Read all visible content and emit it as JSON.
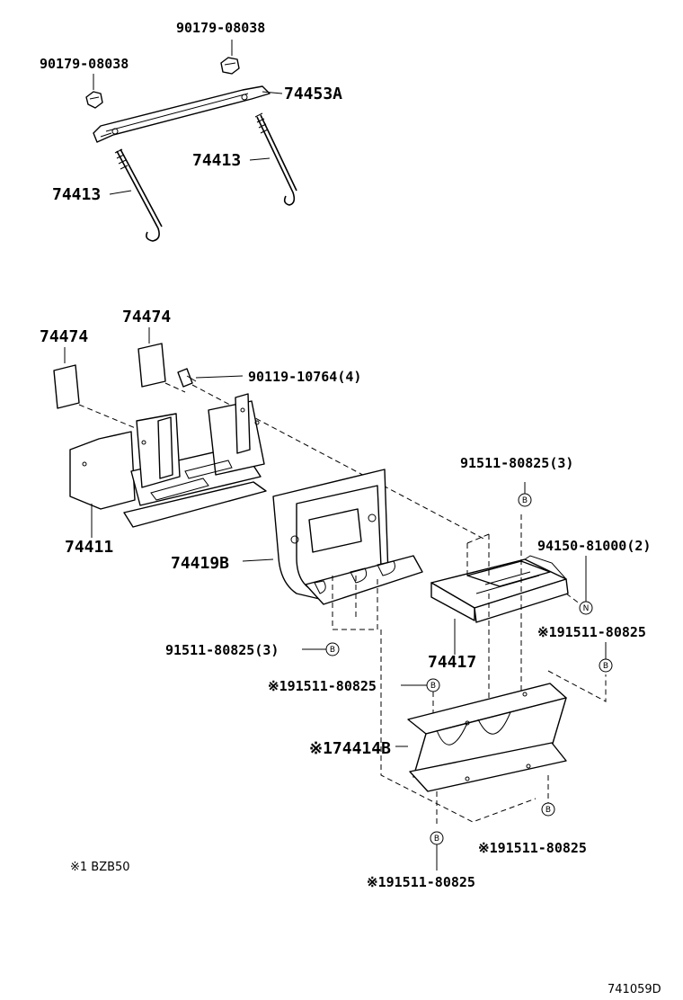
{
  "parts": {
    "p_90179_top": "90179-08038",
    "p_90179_left": "90179-08038",
    "p_74453A": "74453A",
    "p_74413_right": "74413",
    "p_74413_left": "74413",
    "p_74474_left": "74474",
    "p_74474_right": "74474",
    "p_90119": "90119-10764(4)",
    "p_74411": "74411",
    "p_74419B": "74419B",
    "p_91511_top": "91511-80825(3)",
    "p_94150": "94150-81000(2)",
    "p_91511_left3": "91511-80825(3)",
    "p_74417": "74417",
    "p_x91511_right": "※191511-80825",
    "p_x91511_mid": "※191511-80825",
    "p_x74414B": "※174414B",
    "p_x91511_br": "※191511-80825",
    "p_x91511_bottom": "※191511-80825"
  },
  "badges": {
    "b": "B",
    "n": "N"
  },
  "footnote": "※1 BZB50",
  "diagram_code": "741059D"
}
